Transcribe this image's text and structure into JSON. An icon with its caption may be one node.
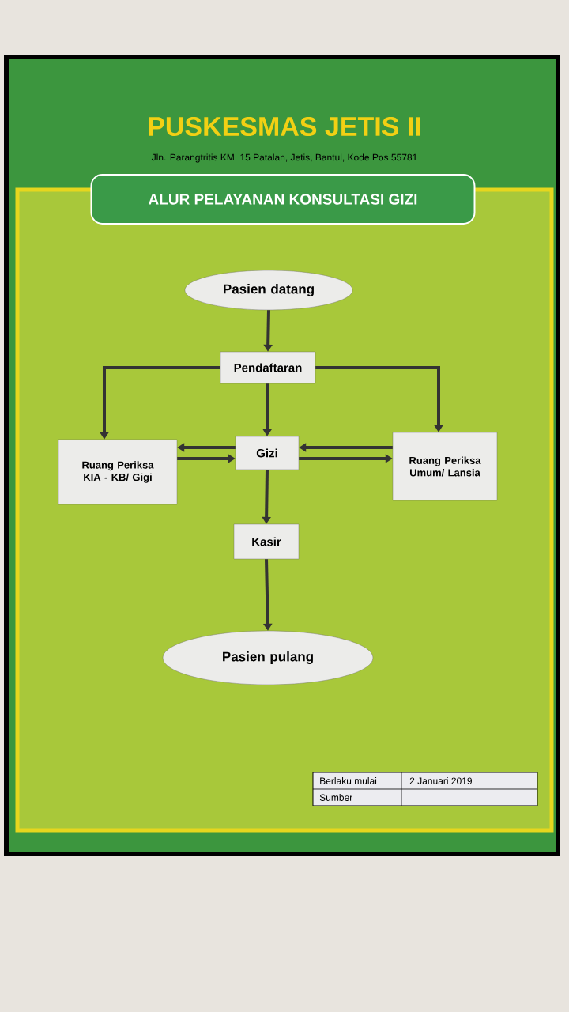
{
  "diagram": {
    "title": "ALUR PELAYANAN KONSULTASI GIZI",
    "nodes": [
      {
        "text": [
          "Pasien datang"
        ]
      },
      {
        "text": [
          "Pendaftaran"
        ]
      },
      {
        "text": [
          "Ruang Periksa KIA - KB/ Gigi"
        ]
      },
      {
        "text": [
          "Gizi"
        ]
      },
      {
        "text": [
          "Ruang Periksa Umum/ Lansia"
        ]
      },
      {
        "text": [
          "Kasir"
        ]
      },
      {
        "text": [
          "Pasien pulang"
        ]
      }
    ],
    "edges": [
      {
        "from": 0,
        "to": 1,
        "arrow": "to"
      },
      {
        "from": 1,
        "to": 2,
        "arrow": "to"
      },
      {
        "from": 1,
        "to": 3,
        "arrow": "to"
      },
      {
        "from": 1,
        "to": 4,
        "arrow": "to"
      },
      {
        "from": 3,
        "to": 2,
        "arrow": "to"
      },
      {
        "from": 2,
        "to": 3,
        "arrow": "to"
      },
      {
        "from": 4,
        "to": 3,
        "arrow": "to"
      },
      {
        "from": 3,
        "to": 4,
        "arrow": "to"
      },
      {
        "from": 3,
        "to": 5,
        "arrow": "to"
      },
      {
        "from": 5,
        "to": 6,
        "arrow": "to"
      }
    ],
    "labels": [
      "PUSKESMAS JETIS II",
      "Jln. Parangtritis KM. 15 Patalan, Jetis, Bantul, Kode Pos 55781",
      "Berlaku mulai",
      "2 Januari 2019",
      "Sumber"
    ]
  }
}
